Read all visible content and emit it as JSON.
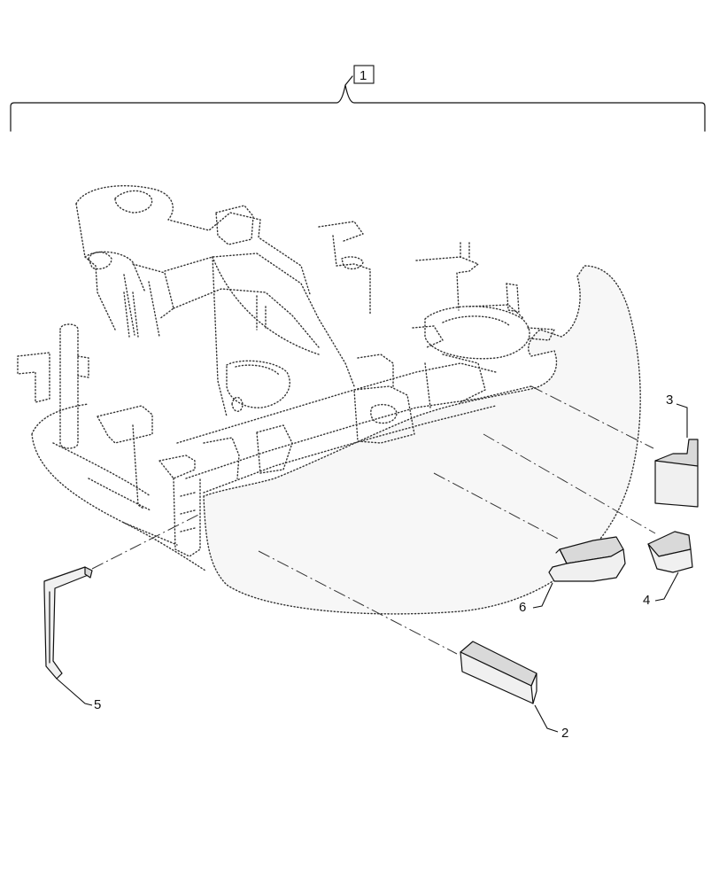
{
  "callouts": {
    "assembly": "1",
    "part2": "2",
    "part3": "3",
    "part4": "4",
    "part5": "5",
    "part6": "6"
  }
}
